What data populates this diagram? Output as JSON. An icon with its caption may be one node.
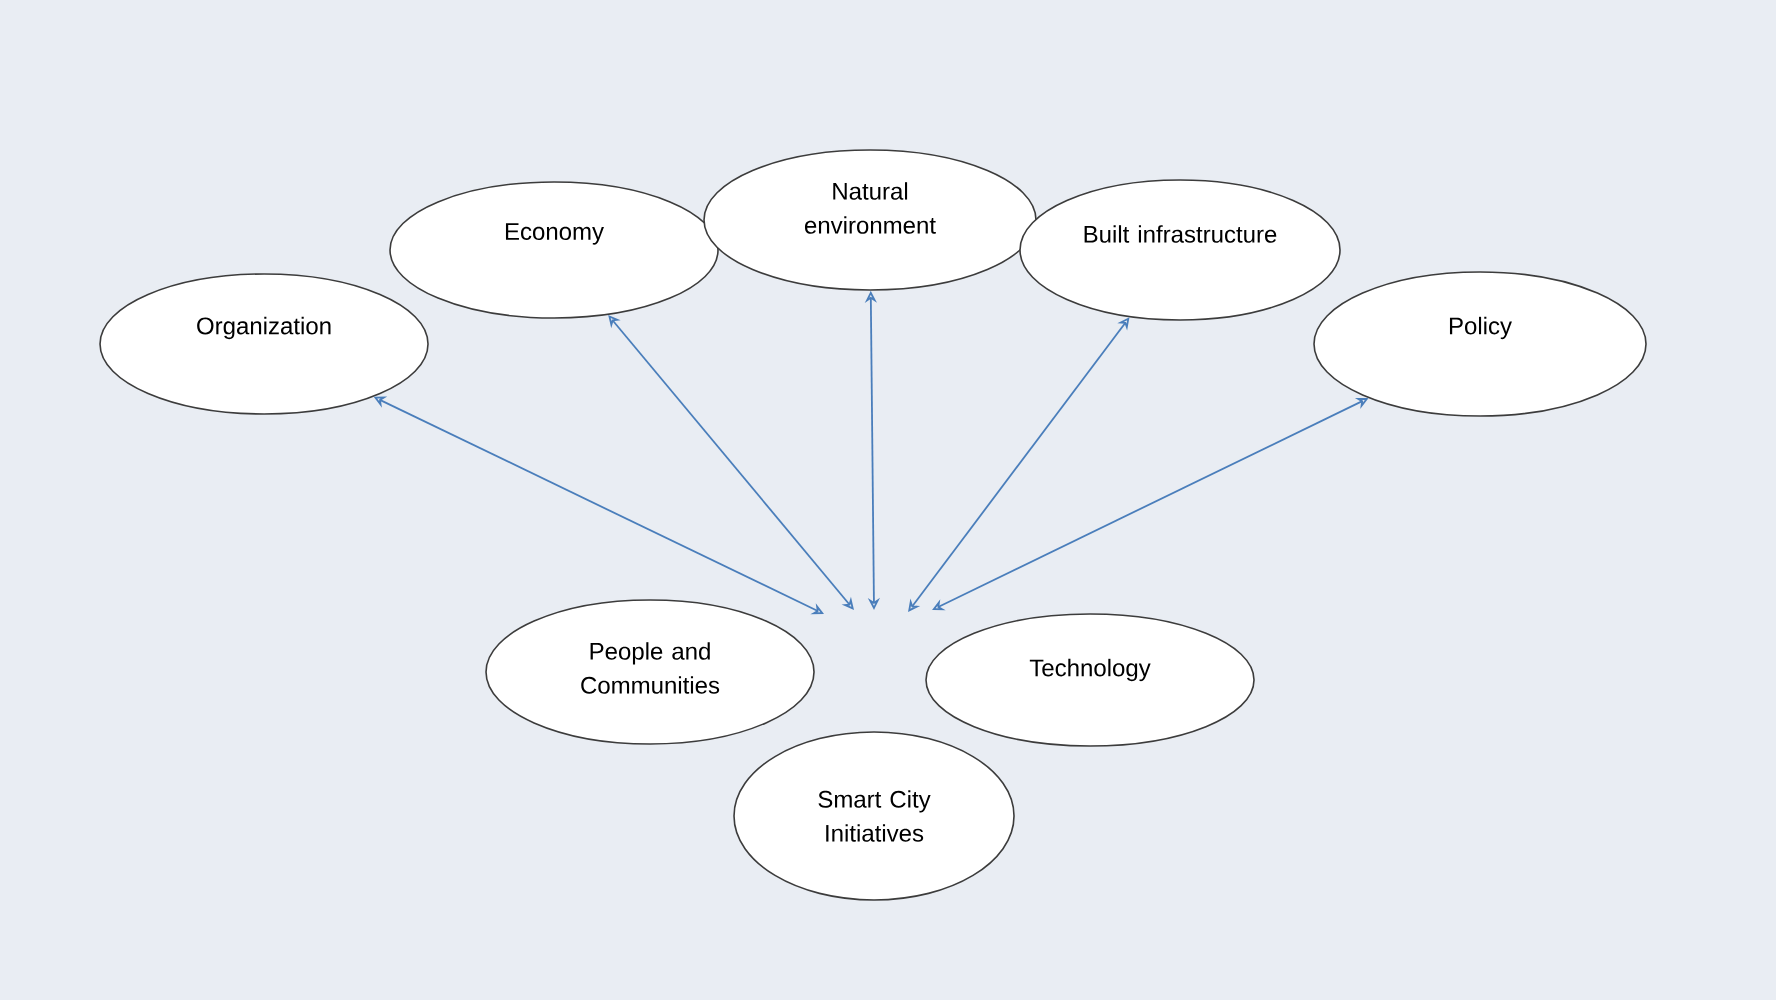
{
  "diagram": {
    "nodes": [
      {
        "text": [
          "Organization"
        ]
      },
      {
        "text": [
          "Economy"
        ]
      },
      {
        "text": [
          "Natural environment"
        ]
      },
      {
        "text": [
          "Built infrastructure"
        ]
      },
      {
        "text": [
          "Policy"
        ]
      },
      {
        "text": [
          "People and Communities"
        ]
      },
      {
        "text": [
          "Smart City Initiatives"
        ]
      },
      {
        "text": [
          "Technology"
        ]
      }
    ],
    "edges": [
      {
        "from": 0,
        "to": null,
        "arrow": "both"
      },
      {
        "from": 1,
        "to": null,
        "arrow": "both"
      },
      {
        "from": 2,
        "to": null,
        "arrow": "both"
      },
      {
        "from": 3,
        "to": null,
        "arrow": "both"
      },
      {
        "from": 4,
        "to": null,
        "arrow": "both"
      }
    ]
  }
}
